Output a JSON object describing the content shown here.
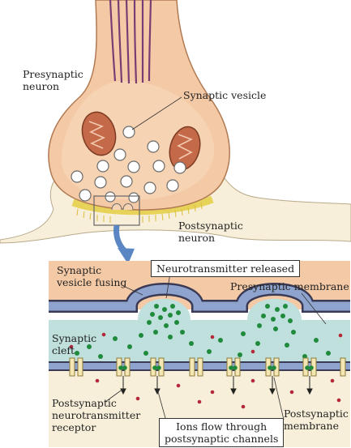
{
  "labels": {
    "presynaptic_neuron": "Presynaptic\nneuron",
    "synaptic_vesicle": "Synaptic vesicle",
    "postsynaptic_neuron": "Postsynaptic\nneuron",
    "synaptic_vesicle_fusing": "Synaptic\nvesicle fusing",
    "neurotransmitter_released": "Neurotransmitter released",
    "presynaptic_membrane": "Presynaptic membrane",
    "synaptic_cleft": "Synaptic\ncleft",
    "postsynaptic_receptor": "Postsynaptic\nneurotransmitter\nreceptor",
    "ions_flow": "Ions flow through\npostsynaptic channels",
    "postsynaptic_membrane": "Postsynaptic\nmembrane"
  },
  "colors": {
    "neuron_fill": "#f4c9a6",
    "neuron_outline": "#b07a52",
    "axon_stripes": "#7a3d73",
    "glia_fill": "#f7efd9",
    "synapse_yellow": "#e8d35a",
    "cleft_fill": "#bfe0dc",
    "membrane_blue": "#8ea4cf",
    "neurotransmitter_green": "#1f8a3c",
    "ion_red": "#b5283a",
    "arrow_blue": "#5b86c4",
    "mitochondria": "#b45a3c"
  }
}
